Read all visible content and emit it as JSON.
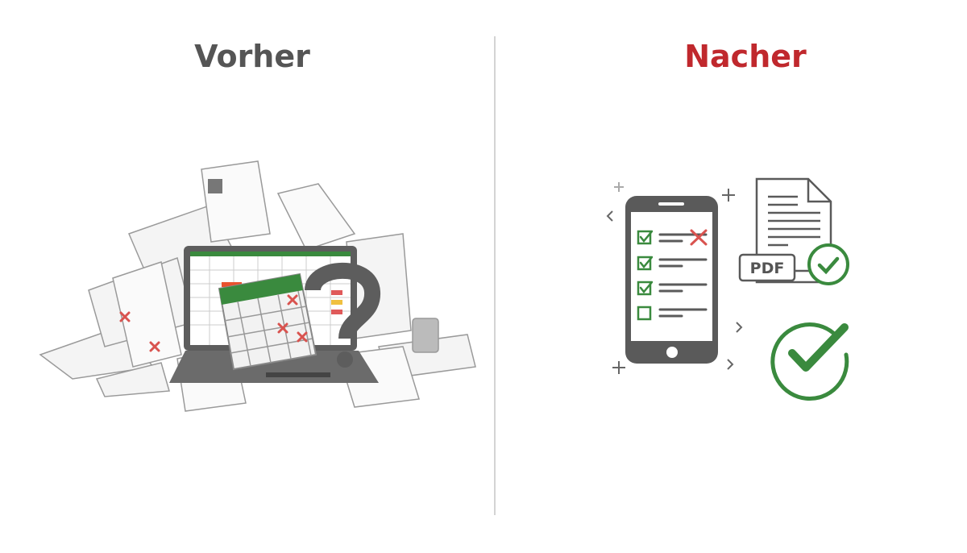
{
  "left_panel": {
    "title": "Vorher",
    "title_color": "#555555",
    "illustration": "messy-paper-pile-laptop-spreadsheet-calendar-question-mark"
  },
  "right_panel": {
    "title": "Nacher",
    "title_color": "#c0282d",
    "illustration": "smartphone-checklist-pdf-document-checkmark",
    "pdf_label": "PDF",
    "checklist": [
      {
        "checked": true,
        "crossed": true
      },
      {
        "checked": true
      },
      {
        "checked": true
      },
      {
        "checked": false
      }
    ]
  },
  "colors": {
    "green": "#3a8a3e",
    "red": "#d9534f",
    "gray": "#5a5a5a"
  }
}
